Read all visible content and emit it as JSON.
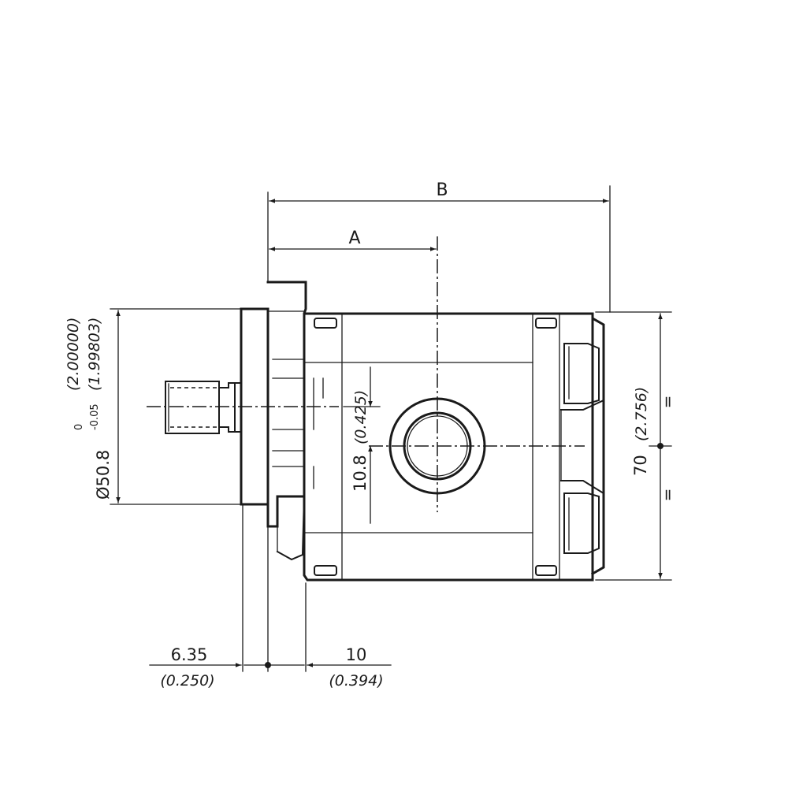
{
  "labels": {
    "overall_length": "B",
    "port_position": "A"
  },
  "dimensions": {
    "pilot_diameter": "Ø50.8",
    "pilot_tolerance_upper": "0",
    "pilot_tolerance_lower": "-0.05",
    "pilot_inch_max": "(2.00000)",
    "pilot_inch_min": "(1.99803)",
    "port_offset": "10.8",
    "port_offset_inch": "(0.425)",
    "body_height": "70",
    "body_height_inch": "(2.756)",
    "flange_thickness": "6.35",
    "flange_thickness_inch": "(0.250)",
    "pilot_length": "10",
    "pilot_length_inch": "(0.394)",
    "symmetry_mark_upper": "=",
    "symmetry_mark_lower": "="
  }
}
